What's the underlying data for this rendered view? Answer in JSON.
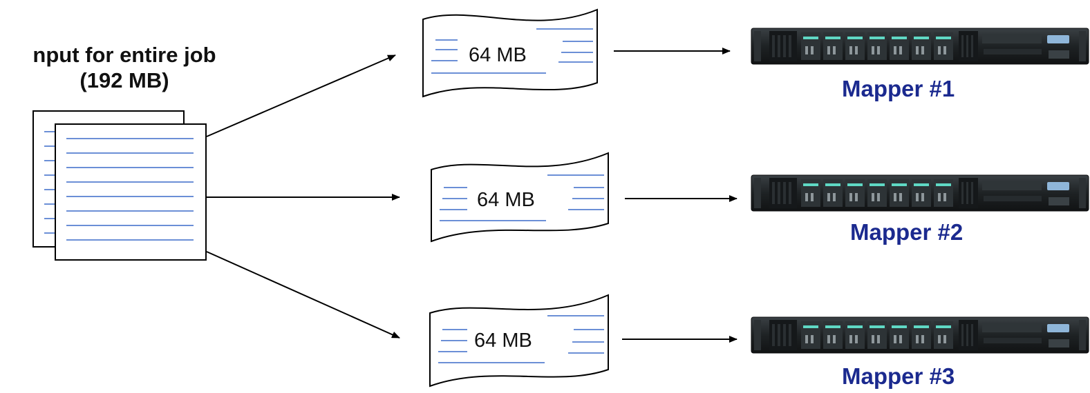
{
  "input": {
    "title_line1": "nput for entire job",
    "title_line2": "(192 MB)"
  },
  "chunks": [
    {
      "label": "64 MB"
    },
    {
      "label": "64 MB"
    },
    {
      "label": "64 MB"
    }
  ],
  "mappers": [
    {
      "label": "Mapper #1"
    },
    {
      "label": "Mapper #2"
    },
    {
      "label": "Mapper #3"
    }
  ],
  "colors": {
    "mapper_label": "#1b2a8f",
    "text_lines": "#6b8fd6",
    "server_body": "#1e2224",
    "server_led": "#5fd8c4"
  },
  "icons": {
    "input": "document-stack-icon",
    "chunk": "file-chunk-icon",
    "mapper": "server-rack-icon"
  }
}
